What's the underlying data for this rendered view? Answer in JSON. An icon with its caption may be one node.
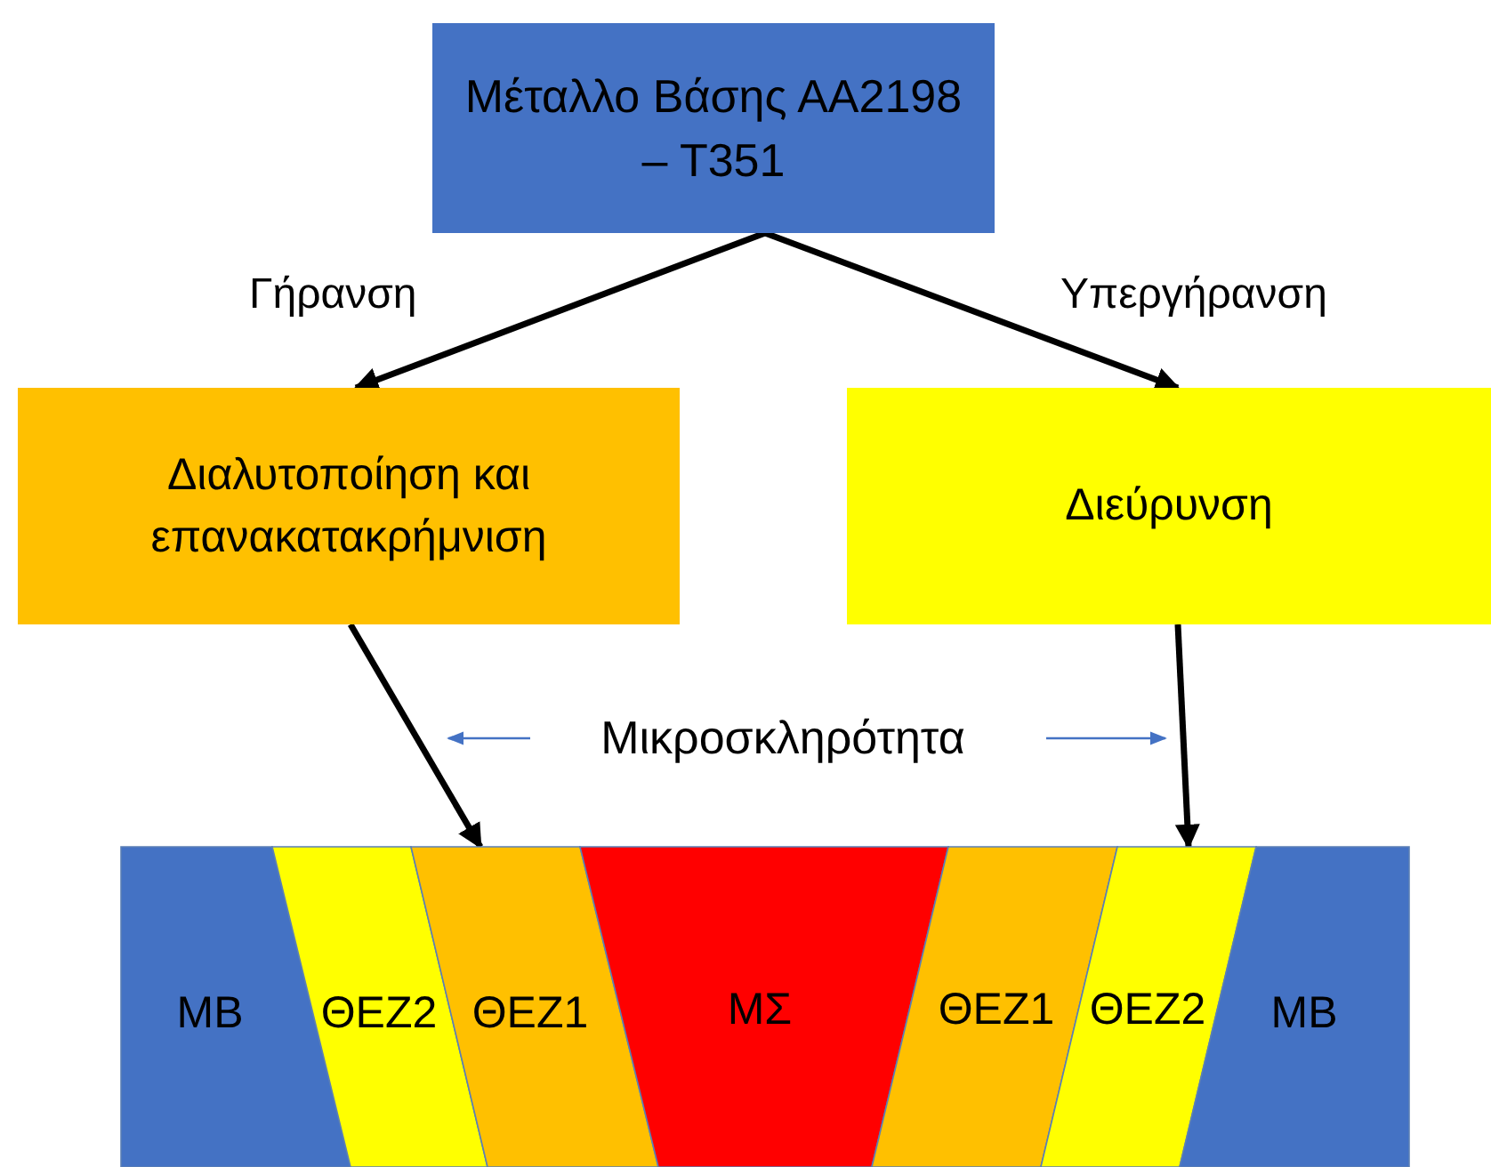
{
  "diagram": {
    "nodes": [
      {
        "text": [
          "Μέταλλο Βάσης ΑΑ2198 – Τ351"
        ]
      },
      {
        "text": [
          "Διαλυτοποίηση και επανακατακρήμνιση"
        ]
      },
      {
        "text": [
          "Διεύρυνση"
        ]
      },
      {
        "text": [
          "ΜΒ"
        ]
      },
      {
        "text": [
          "ΘΕΖ2"
        ]
      },
      {
        "text": [
          "ΘΕΖ1"
        ]
      },
      {
        "text": [
          "ΜΣ"
        ]
      },
      {
        "text": [
          "ΘΕΖ1"
        ]
      },
      {
        "text": [
          "ΘΕΖ2"
        ]
      },
      {
        "text": [
          "ΜΒ"
        ]
      }
    ],
    "edges": [
      {
        "from": 0,
        "to": 1,
        "arrow": "to",
        "label": "Γήρανση"
      },
      {
        "from": 0,
        "to": 2,
        "arrow": "to",
        "label": "Υπεργήρανση"
      },
      {
        "from": 1,
        "to": 5,
        "arrow": "to"
      },
      {
        "from": 2,
        "to": 8,
        "arrow": "to"
      }
    ],
    "labels": [
      "Μικροσκληρότητα"
    ]
  }
}
